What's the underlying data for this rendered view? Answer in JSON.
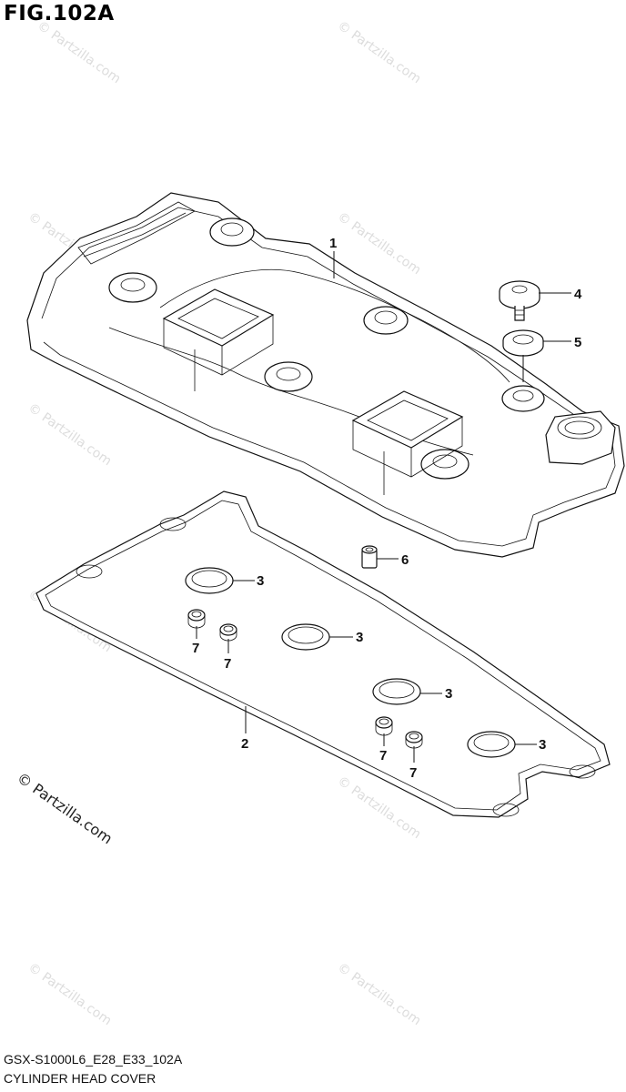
{
  "figure": {
    "title": "FIG.102A",
    "model_code": "GSX-S1000L6_E28_E33_102A",
    "name": "CYLINDER HEAD COVER"
  },
  "watermark": {
    "text": "© Partzilla.com",
    "corner_text": "© Partzilla.com"
  },
  "callouts": [
    {
      "id": "1",
      "part": "cylinder-head-cover"
    },
    {
      "id": "2",
      "part": "cover-gasket"
    },
    {
      "id": "3",
      "part": "plug-hole-gasket"
    },
    {
      "id": "3",
      "part": "plug-hole-gasket"
    },
    {
      "id": "3",
      "part": "plug-hole-gasket"
    },
    {
      "id": "3",
      "part": "plug-hole-gasket"
    },
    {
      "id": "4",
      "part": "cover-bolt"
    },
    {
      "id": "5",
      "part": "bolt-gasket"
    },
    {
      "id": "6",
      "part": "dowel-pin"
    },
    {
      "id": "7",
      "part": "o-ring"
    },
    {
      "id": "7",
      "part": "o-ring"
    },
    {
      "id": "7",
      "part": "o-ring"
    },
    {
      "id": "7",
      "part": "o-ring"
    }
  ]
}
